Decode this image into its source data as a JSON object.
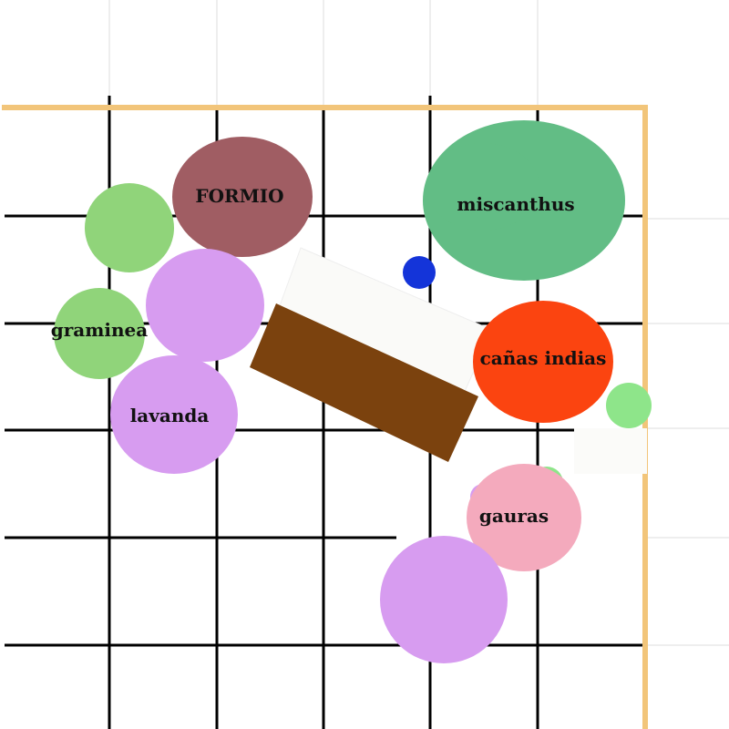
{
  "garden_plan": {
    "labels": {
      "formio": "FORMIO",
      "miscanthus": "miscanthus",
      "graminea": "graminea",
      "lavanda": "lavanda",
      "canas_indias": "cañas indias",
      "gauras": "gauras"
    },
    "colors": {
      "grid_line": "#000000",
      "faint_grid": "#eeeeee",
      "border": "#f2c57a",
      "formio": "#a05d63",
      "miscanthus": "#62bd85",
      "graminea": "#90d47a",
      "lavanda": "#d79cf0",
      "canas_indias": "#fb4410",
      "gauras": "#f4aabd",
      "bench": "#7b420e",
      "bench_light": "#fafaf8",
      "marker": "#1434d9",
      "light_green": "#8ee58a"
    }
  }
}
